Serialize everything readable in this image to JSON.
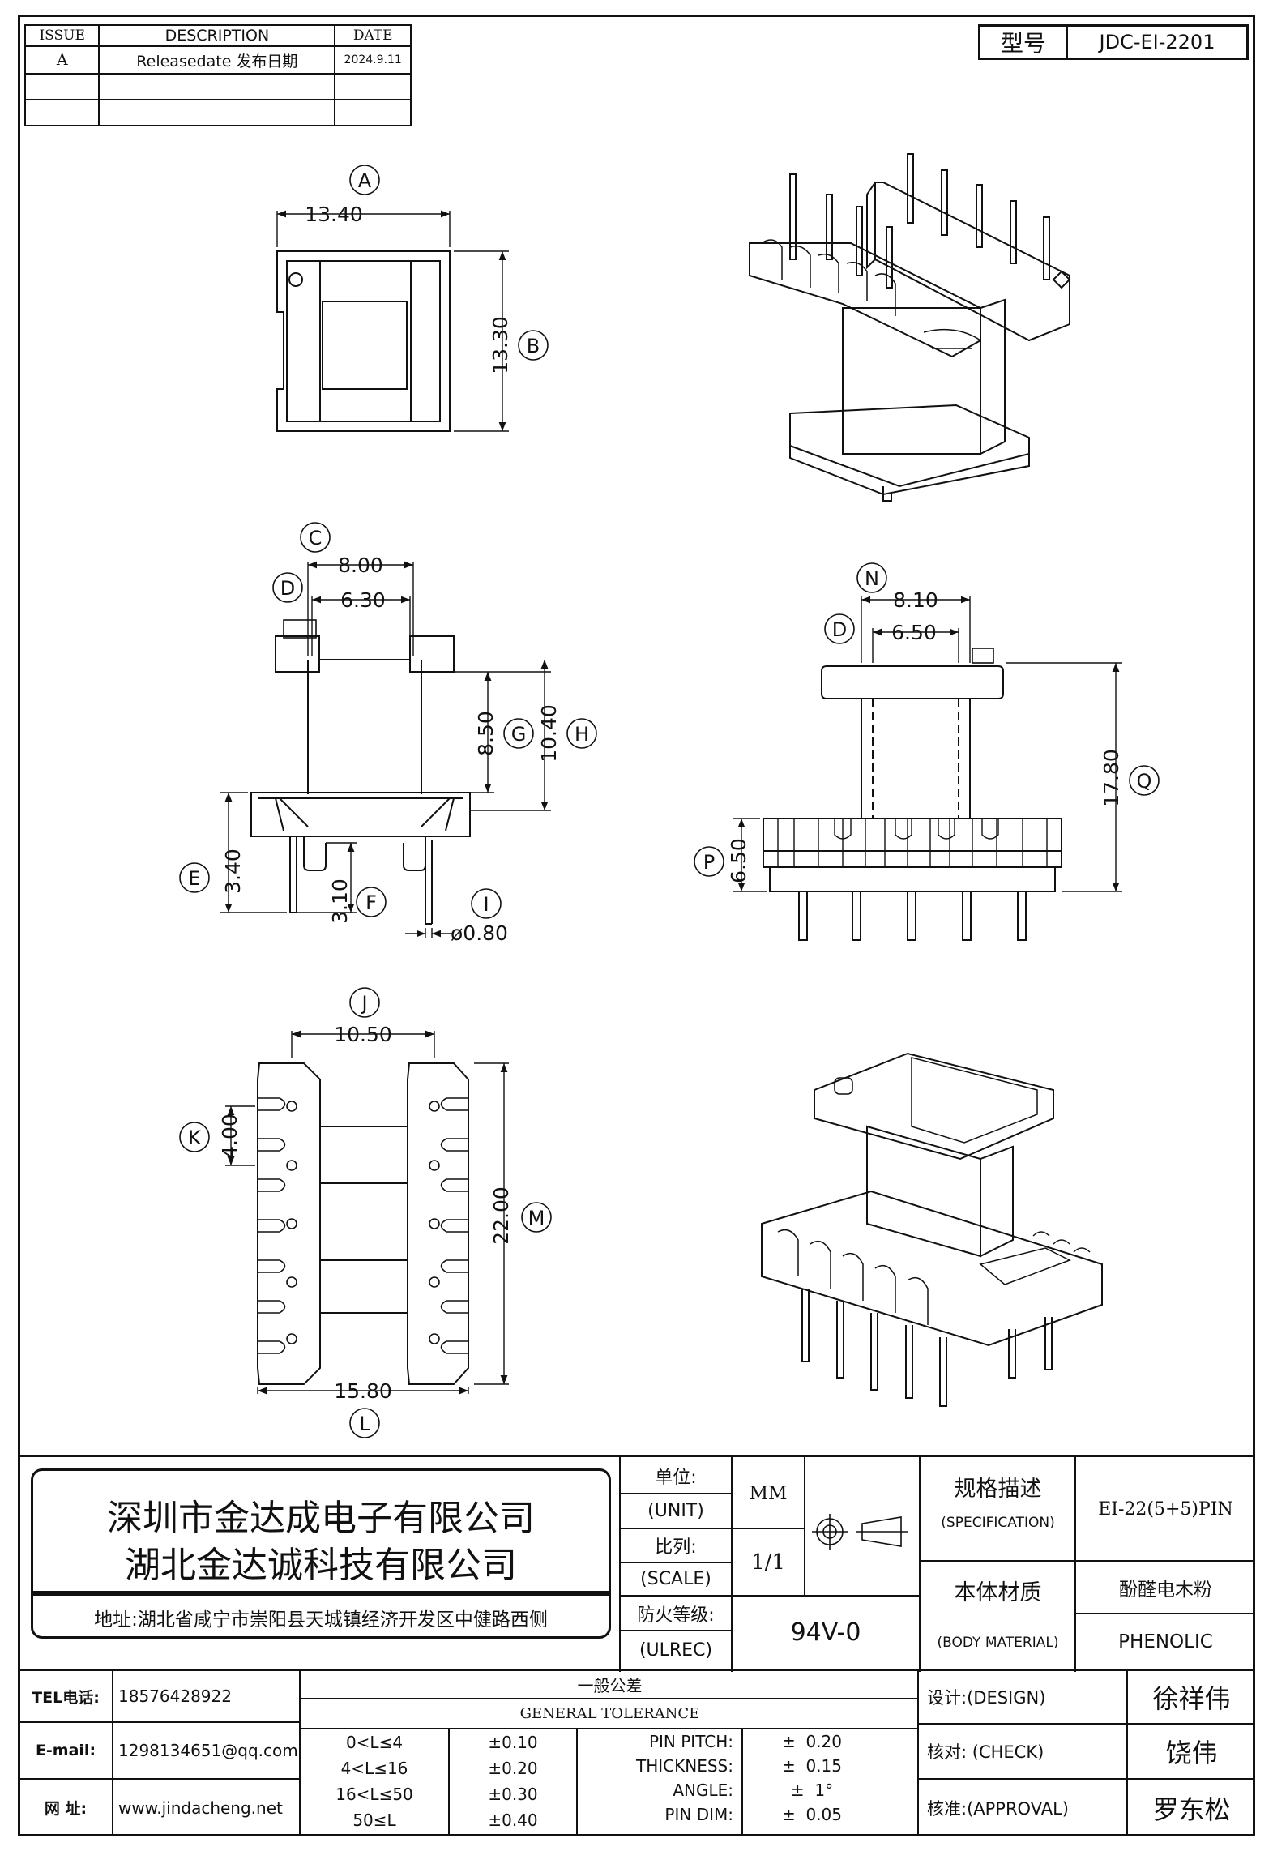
{
  "revision_table": {
    "headers": [
      "ISSUE",
      "DESCRIPTION",
      "DATE"
    ],
    "rows": [
      {
        "issue": "A",
        "description": "Releasedate 发布日期",
        "date": "2024.9.11"
      },
      {
        "issue": "",
        "description": "",
        "date": ""
      },
      {
        "issue": "",
        "description": "",
        "date": ""
      }
    ]
  },
  "model": {
    "label": "型号",
    "value": "JDC-EI-2201"
  },
  "dimensions": {
    "A": "13.40",
    "B": "13.30",
    "C": "8.00",
    "D_top": "6.30",
    "G": "8.50",
    "H": "10.40",
    "E": "3.40",
    "F": "3.10",
    "I": "ø0.80",
    "N": "8.10",
    "D_side": "6.50",
    "Q": "17.80",
    "P": "6.50",
    "J": "10.50",
    "K": "4.00",
    "M": "22.00",
    "L": "15.80"
  },
  "callouts": {
    "A": "A",
    "B": "B",
    "C": "C",
    "D1": "D",
    "E": "E",
    "F": "F",
    "G": "G",
    "H": "H",
    "I": "I",
    "N": "N",
    "D2": "D",
    "P": "P",
    "Q": "Q",
    "J": "J",
    "K": "K",
    "L": "L",
    "M": "M"
  },
  "company": {
    "name1": "深圳市金达成电子有限公司",
    "name2": "湖北金达诚科技有限公司",
    "address": "地址:湖北省咸宁市崇阳县天城镇经济开发区中健路西侧"
  },
  "unit": {
    "label_cn": "单位:",
    "label_en": "(UNIT)",
    "value": "MM"
  },
  "scale": {
    "label_cn": "比列:",
    "label_en": "(SCALE)",
    "value": "1/1"
  },
  "ulrec": {
    "label_cn": "防火等级:",
    "label_en": "(ULREC)",
    "value": "94V-0"
  },
  "specification": {
    "label_cn": "规格描述",
    "label_en": "(SPECIFICATION)",
    "value": "EI-22(5+5)PIN"
  },
  "body_material": {
    "label_cn": "本体材质",
    "label_en": "(BODY MATERIAL)",
    "value_cn": "酚醛电木粉",
    "value_en": "PHENOLIC"
  },
  "contact": {
    "tel_label": "TEL电话:",
    "tel": "18576428922",
    "email_label": "E-mail:",
    "email": "1298134651@qq.com",
    "web_label": "网  址:",
    "web": "www.jindacheng.net"
  },
  "tolerance": {
    "title_cn": "一般公差",
    "title_en": "GENERAL TOLERANCE",
    "ranges": [
      {
        "range": "0<L≤4",
        "tol": "±0.10"
      },
      {
        "range": "4<L≤16",
        "tol": "±0.20"
      },
      {
        "range": "16<L≤50",
        "tol": "±0.30"
      },
      {
        "range": "50≤L",
        "tol": "±0.40"
      }
    ],
    "specs": [
      {
        "name": "PIN PITCH:",
        "value": "±  0.20"
      },
      {
        "name": "THICKNESS:",
        "value": "±  0.15"
      },
      {
        "name": "ANGLE:",
        "value": "±  1°"
      },
      {
        "name": "PIN DIM:",
        "value": "±  0.05"
      }
    ]
  },
  "signoff": {
    "design_label": "设计:(DESIGN)",
    "design": "徐祥伟",
    "check_label": "核对: (CHECK)",
    "check": "饶伟",
    "approval_label": "核准:(APPROVAL)",
    "approval": "罗东松"
  }
}
